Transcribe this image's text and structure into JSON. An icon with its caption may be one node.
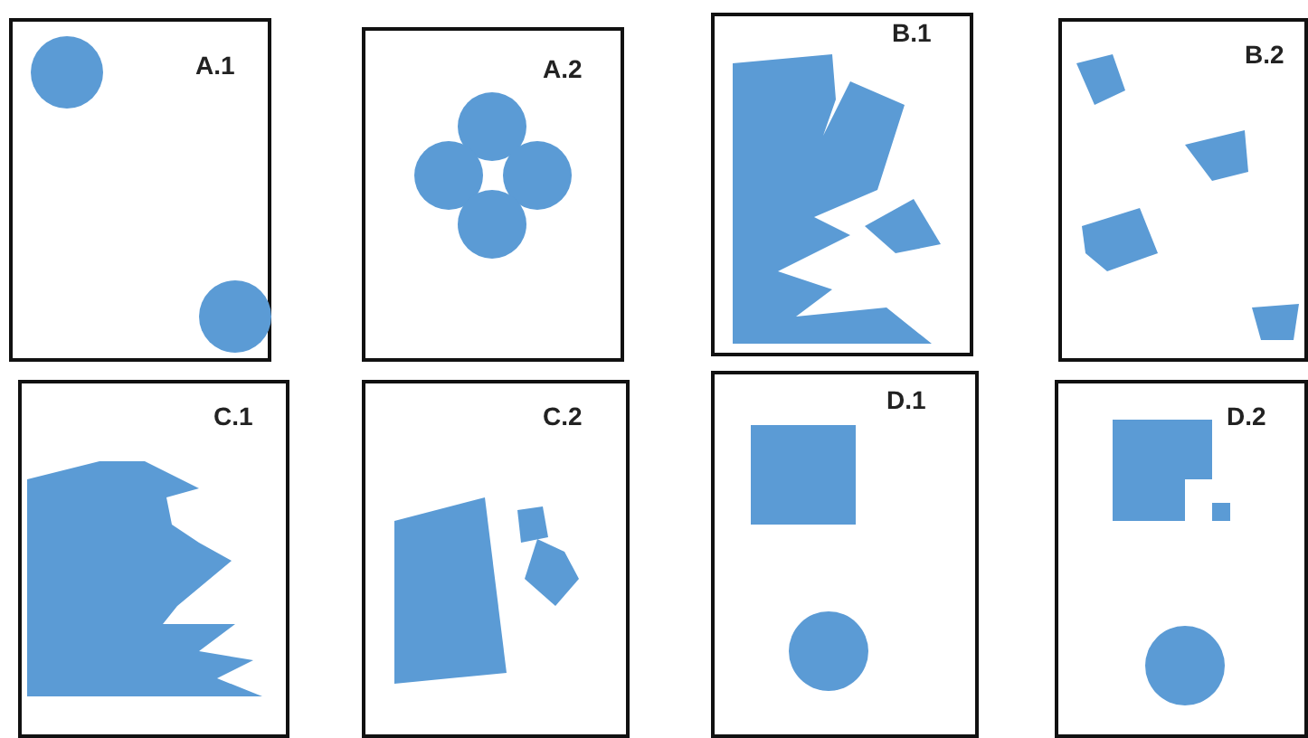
{
  "diagram": {
    "nodes": [
      {
        "text": [
          "A.1"
        ]
      },
      {
        "text": [
          "A.2"
        ]
      },
      {
        "text": [
          "B.1"
        ]
      },
      {
        "text": [
          "B.2"
        ]
      },
      {
        "text": [
          "C.1"
        ]
      },
      {
        "text": [
          "C.2"
        ]
      },
      {
        "text": [
          "D.1"
        ]
      },
      {
        "text": [
          "D.2"
        ]
      }
    ]
  }
}
